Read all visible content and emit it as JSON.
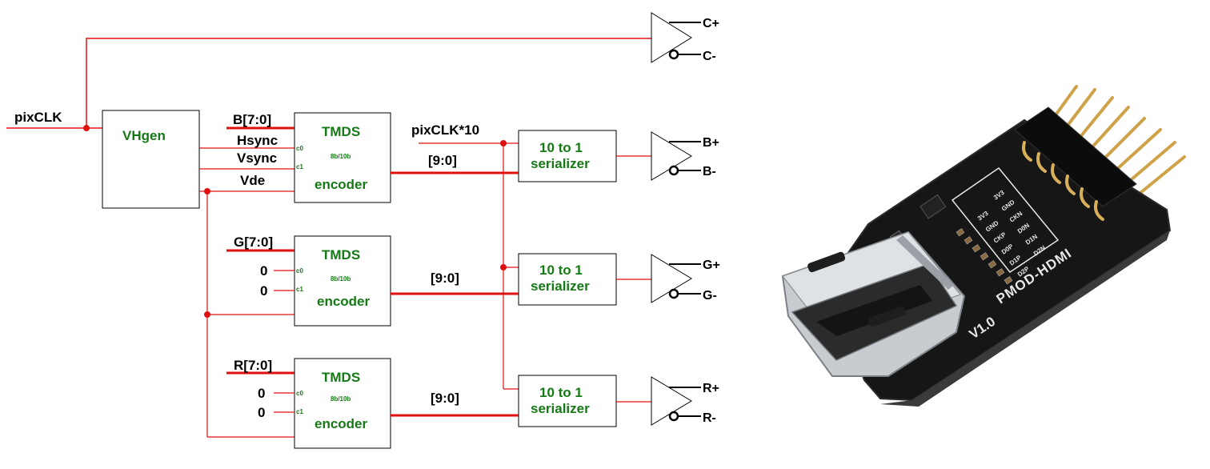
{
  "colors": {
    "wire": "#e01010",
    "box_stroke": "#000000",
    "block_label": "#157a15",
    "text": "#000000",
    "pcb": "#161616",
    "pin": "#d9b05a",
    "metal": "#c8ccd0"
  },
  "schematic": {
    "pixclk_label": "pixCLK",
    "pixclk10_label": "pixCLK*10",
    "vhgen_label": "VHgen",
    "clock_out": {
      "pos": "C+",
      "neg": "C-"
    },
    "hsync_label": "Hsync",
    "vsync_label": "Vsync",
    "vde_label": "Vde",
    "encoders": [
      {
        "input_label": "B[7:0]",
        "title": "TMDS",
        "subtitle": "8b/10b",
        "footer": "encoder",
        "c0_pin": "c0",
        "c1_pin": "c1",
        "c0_val": "",
        "c1_val": "",
        "bus_label": "[9:0]",
        "serializer_line1": "10 to 1",
        "serializer_line2": "serializer",
        "out_pos": "B+",
        "out_neg": "B-"
      },
      {
        "input_label": "G[7:0]",
        "title": "TMDS",
        "subtitle": "8b/10b",
        "footer": "encoder",
        "c0_pin": "c0",
        "c1_pin": "c1",
        "c0_val": "0",
        "c1_val": "0",
        "bus_label": "[9:0]",
        "serializer_line1": "10 to 1",
        "serializer_line2": "serializer",
        "out_pos": "G+",
        "out_neg": "G-"
      },
      {
        "input_label": "R[7:0]",
        "title": "TMDS",
        "subtitle": "8b/10b",
        "footer": "encoder",
        "c0_pin": "c0",
        "c1_pin": "c1",
        "c0_val": "0",
        "c1_val": "0",
        "bus_label": "[9:0]",
        "serializer_line1": "10 to 1",
        "serializer_line2": "serializer",
        "out_pos": "R+",
        "out_neg": "R-"
      }
    ]
  },
  "board": {
    "silkscreen_title": "PMOD-HDMI",
    "version": "V1.0",
    "pin_labels_left": [
      "3V3",
      "GND",
      "CKP",
      "D0P",
      "D1P",
      "D2P"
    ],
    "pin_labels_right": [
      "3V3",
      "GND",
      "CKN",
      "D0N",
      "D1N",
      "D2N"
    ]
  }
}
